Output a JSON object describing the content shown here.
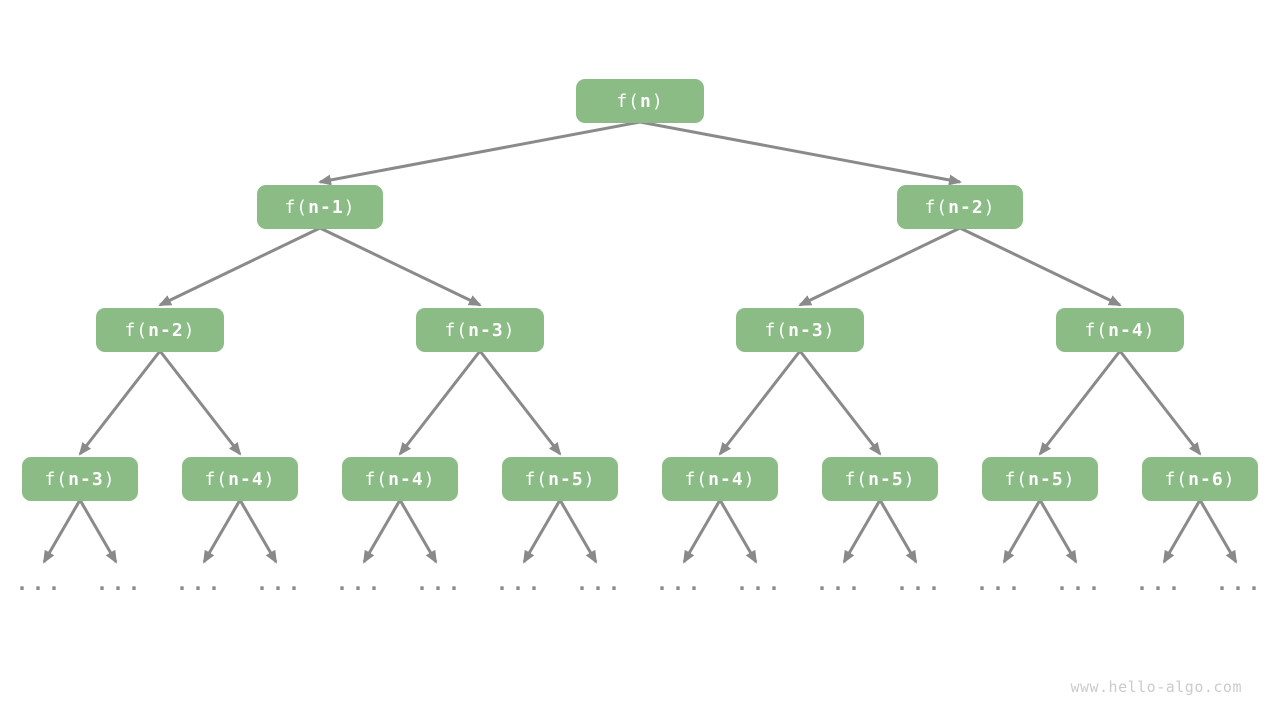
{
  "diagram": {
    "type": "recursion-tree",
    "colors": {
      "background": "#ffffff",
      "node_fill": "#8cbc86",
      "node_text": "#ffffff",
      "edge": "#8a8a8a",
      "ellipsis_dots": "#8a8a8a",
      "watermark": "#cbcbcb"
    },
    "levels": [
      {
        "nodes": [
          {
            "prefix": "f(",
            "arg": "n",
            "suffix": ")"
          }
        ]
      },
      {
        "nodes": [
          {
            "prefix": "f(",
            "arg": "n-1",
            "suffix": ")"
          },
          {
            "prefix": "f(",
            "arg": "n-2",
            "suffix": ")"
          }
        ]
      },
      {
        "nodes": [
          {
            "prefix": "f(",
            "arg": "n-2",
            "suffix": ")"
          },
          {
            "prefix": "f(",
            "arg": "n-3",
            "suffix": ")"
          },
          {
            "prefix": "f(",
            "arg": "n-3",
            "suffix": ")"
          },
          {
            "prefix": "f(",
            "arg": "n-4",
            "suffix": ")"
          }
        ]
      },
      {
        "nodes": [
          {
            "prefix": "f(",
            "arg": "n-3",
            "suffix": ")"
          },
          {
            "prefix": "f(",
            "arg": "n-4",
            "suffix": ")"
          },
          {
            "prefix": "f(",
            "arg": "n-4",
            "suffix": ")"
          },
          {
            "prefix": "f(",
            "arg": "n-5",
            "suffix": ")"
          },
          {
            "prefix": "f(",
            "arg": "n-4",
            "suffix": ")"
          },
          {
            "prefix": "f(",
            "arg": "n-5",
            "suffix": ")"
          },
          {
            "prefix": "f(",
            "arg": "n-5",
            "suffix": ")"
          },
          {
            "prefix": "f(",
            "arg": "n-6",
            "suffix": ")"
          }
        ]
      }
    ],
    "ellipsis": {
      "symbol": "...",
      "count": 16
    },
    "watermark": "www.hello-algo.com"
  }
}
